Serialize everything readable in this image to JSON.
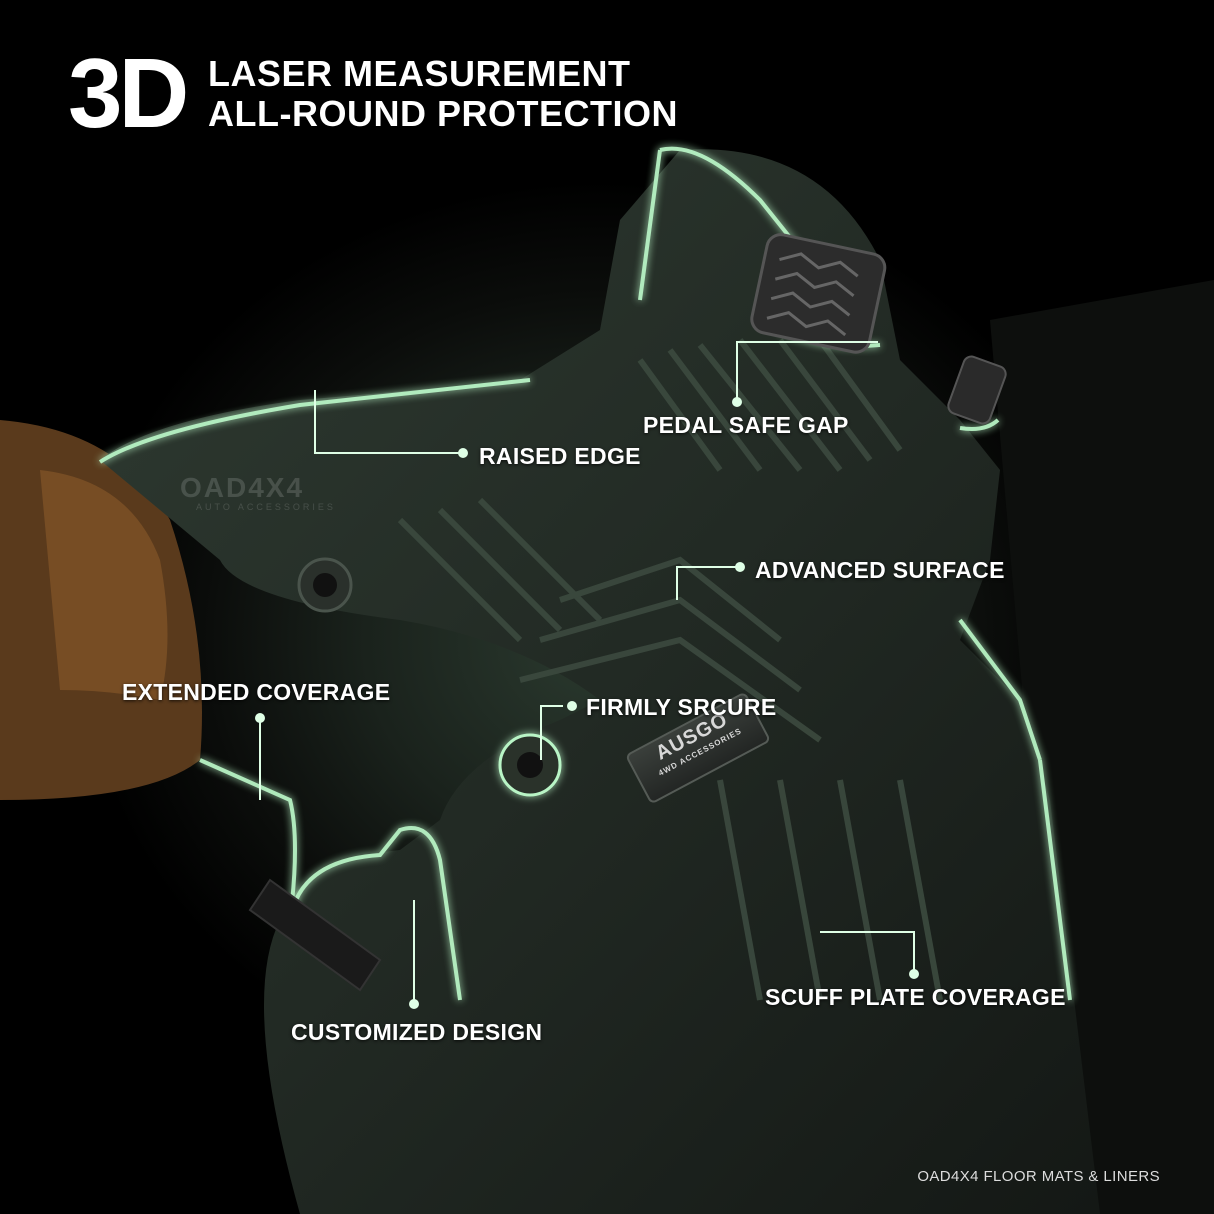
{
  "headline": {
    "big": "3D",
    "line1": "LASER MEASUREMENT",
    "line2": "ALL-ROUND PROTECTION"
  },
  "callouts": {
    "pedal_safe_gap": "PEDAL SAFE GAP",
    "raised_edge": "RAISED EDGE",
    "advanced_surface": "ADVANCED SURFACE",
    "extended_coverage": "EXTENDED COVERAGE",
    "firmly_secure": "FIRMLY SRCURE",
    "customized_design": "CUSTOMIZED DESIGN",
    "scuff_plate_coverage": "SCUFF PLATE COVERAGE"
  },
  "watermark": {
    "brand": "OAD4X4",
    "sub": "AUTO ACCESSORIES"
  },
  "mat_logo": {
    "brand": "AUSGO",
    "sub": "4WD ACCESSORIES"
  },
  "footer": "OAD4X4 FLOOR MATS & LINERS",
  "colors": {
    "accent_glow": "#b9f5c6",
    "leader_line": "#dfffe6",
    "background": "#000000"
  }
}
